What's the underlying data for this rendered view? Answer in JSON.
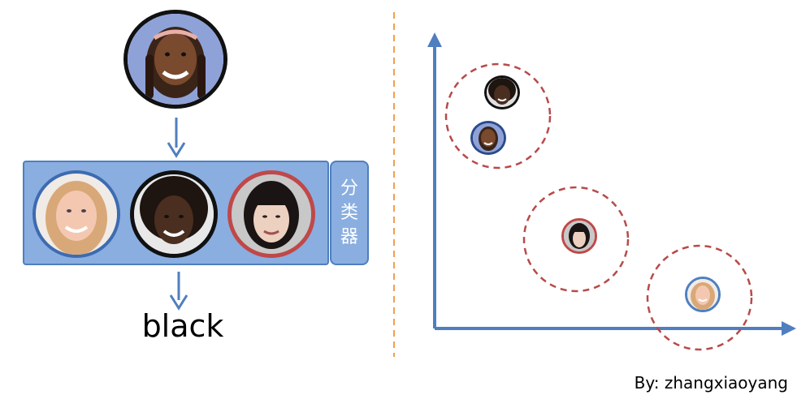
{
  "classifier_label": "分类器",
  "result_label": "black",
  "credit_text": "By: zhangxiaoyang",
  "colors": {
    "arrow_blue": "#4f7fbf",
    "box_fill": "#8aaee0",
    "divider_orange": "#f0a050",
    "cluster_red": "#b84a4a"
  },
  "faces": {
    "query": "black-woman-braids",
    "examples": [
      "blonde-woman",
      "black-woman-afro",
      "asian-woman"
    ],
    "scatter": [
      "black-woman-afro",
      "black-woman-braids",
      "asian-woman",
      "blonde-woman"
    ]
  }
}
